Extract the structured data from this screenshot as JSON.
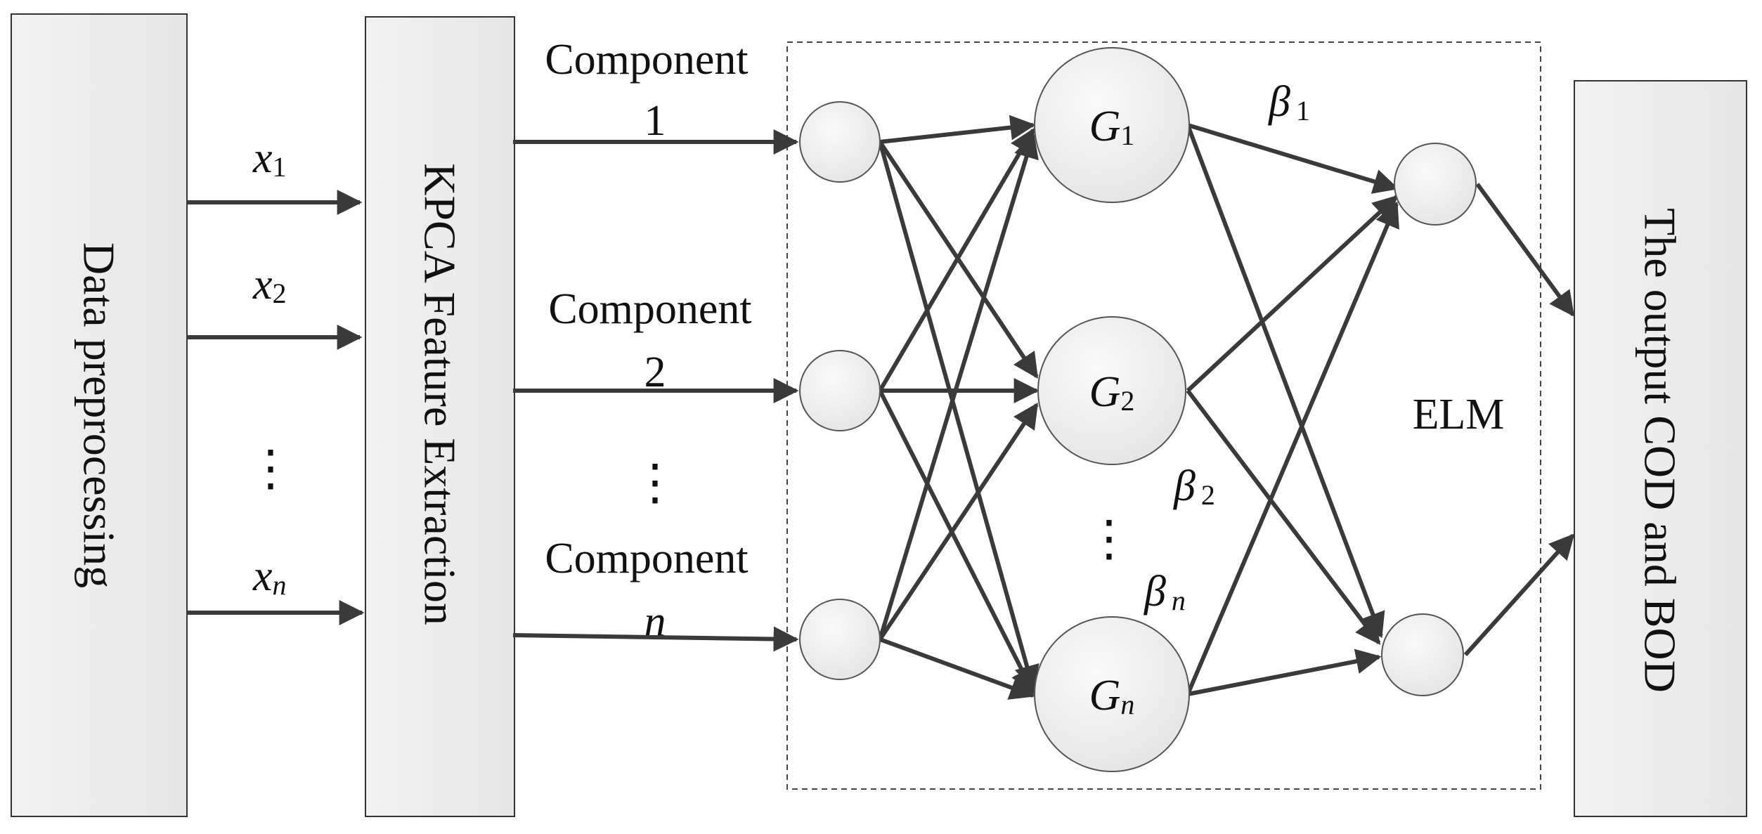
{
  "blocks": {
    "preprocess": "Data preprocessing",
    "kpca": "KPCA Feature Extraction",
    "output": "The output COD and BOD",
    "elm": "ELM"
  },
  "inputs": [
    {
      "sym": "x",
      "sub": "1"
    },
    {
      "sym": "x",
      "sub": "2"
    },
    {
      "sym": "x",
      "sub": "n"
    }
  ],
  "components": [
    {
      "word": "Component",
      "num": "1"
    },
    {
      "word": "Component",
      "num": "2"
    },
    {
      "word": "Component",
      "num": "n"
    }
  ],
  "hidden": [
    {
      "sym": "G",
      "sub": "1"
    },
    {
      "sym": "G",
      "sub": "2"
    },
    {
      "sym": "G",
      "sub": "n"
    }
  ],
  "weights": [
    {
      "sym": "β",
      "sub": "1"
    },
    {
      "sym": "β",
      "sub": "2"
    },
    {
      "sym": "β",
      "sub": "n"
    }
  ],
  "ellipsis": "⋮"
}
